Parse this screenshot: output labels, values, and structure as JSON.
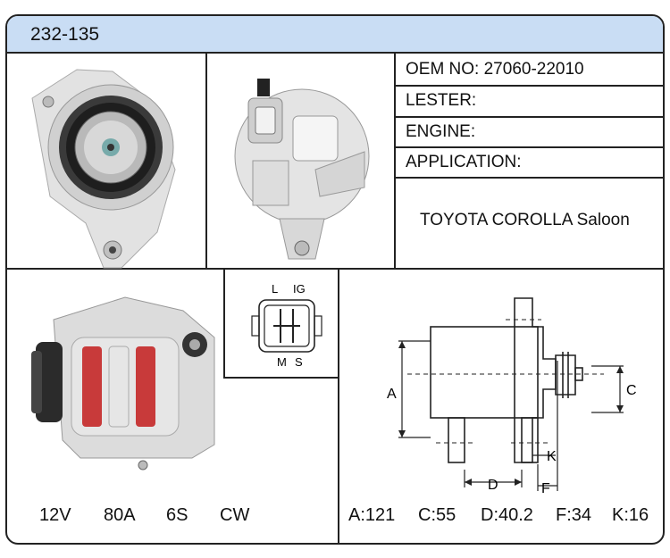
{
  "part_number": "232-135",
  "info": {
    "oem": "OEM NO: 27060-22010",
    "lester": "LESTER:",
    "engine": "ENGINE:",
    "application": "APPLICATION:",
    "application_value": "TOYOTA COROLLA Saloon"
  },
  "connector": {
    "l": "L",
    "ig": "IG",
    "m": "M",
    "s": "S"
  },
  "dims": {
    "a": "A",
    "c": "C",
    "d": "D",
    "f": "F",
    "k": "K"
  },
  "specs_left": [
    "12V",
    "80A",
    "6S",
    "CW"
  ],
  "specs_right": [
    "A:121",
    "C:55",
    "D:40.2",
    "F:34",
    "K:16"
  ],
  "colors": {
    "title_bg": "#c9ddf4",
    "housing": "#dcdcdc",
    "winding_red": "#c83a3a",
    "pulley": "#2b2b2b"
  }
}
